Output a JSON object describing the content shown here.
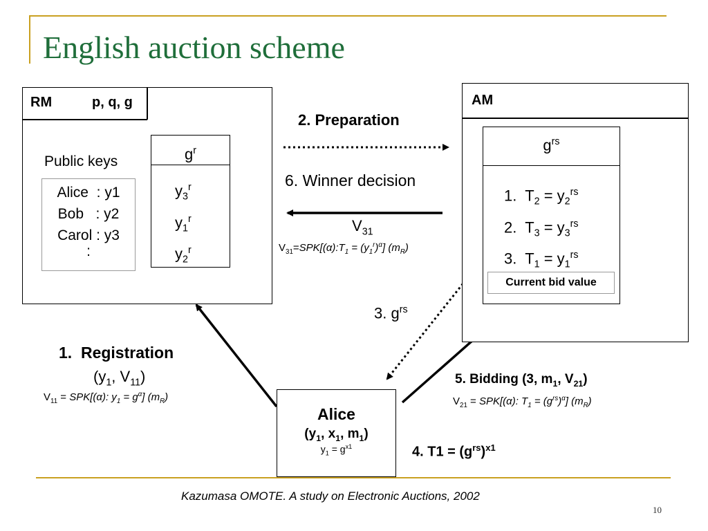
{
  "colors": {
    "accent_gold": "#c9a020",
    "title_green": "#1f6e3a"
  },
  "slide": {
    "title": "English auction scheme",
    "footer_citation": "Kazumasa OMOTE. A study on Electronic Auctions, 2002",
    "page_number": "10"
  },
  "rm": {
    "label": "RM",
    "params": "p, q, g",
    "public_keys_label": "Public keys",
    "keys": [
      "Alice  : y1",
      "Bob   : y2",
      "Carol : y3",
      ":"
    ],
    "stack": {
      "top": "g",
      "top_sup": "r",
      "rows": [
        {
          "b": "y",
          "s": "3",
          "p": "r"
        },
        {
          "b": "y",
          "s": "1",
          "p": "r"
        },
        {
          "b": "y",
          "s": "2",
          "p": "r"
        }
      ]
    }
  },
  "am": {
    "label": "AM",
    "stack": {
      "top": "g",
      "top_sup": "rs",
      "rows": [
        {
          "n": "1.",
          "t": "T",
          "ts": "2",
          "y": "y",
          "ys": "2",
          "p": "rs"
        },
        {
          "n": "2.",
          "t": "T",
          "ts": "3",
          "y": "y",
          "ys": "3",
          "p": "rs"
        },
        {
          "n": "3.",
          "t": "T",
          "ts": "1",
          "y": "y",
          "ys": "1",
          "p": "rs"
        }
      ],
      "dots": ":",
      "current_bid": "Current bid value"
    }
  },
  "steps": {
    "preparation": "2. Preparation",
    "winner_decision": "6. Winner decision",
    "v31": "V",
    "v31_sub": "31",
    "v31_formula": "V31=SPK[(α):T1 = (y1r)α] (mR)",
    "g_rs_label": "3. g",
    "g_rs_sup": "rs",
    "registration_title": "1.  Registration",
    "registration_args": "(y1, V11)",
    "registration_formula": "V11 = SPK[(α): y1 = gα] (mR)",
    "bidding_title": "5. Bidding (3, m1, V21)",
    "bidding_formula": "V21 = SPK[(α): T1 = (grs)α] (mR)",
    "t1": "4. T1 = (grs)x1"
  },
  "alice": {
    "name": "Alice",
    "tuple": "(y1, x1, m1)",
    "key": "y1 = gx1"
  }
}
